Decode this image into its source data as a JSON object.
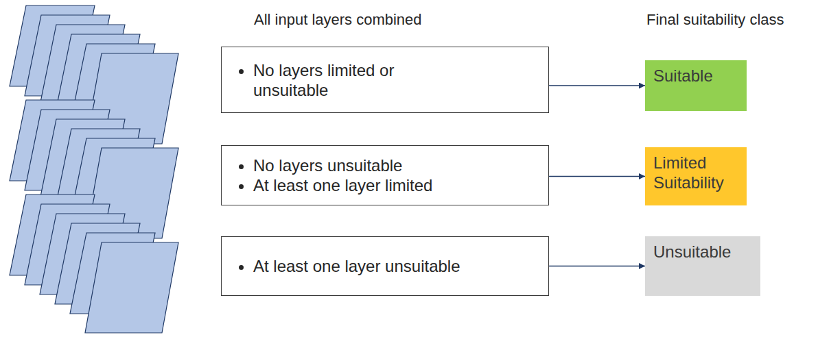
{
  "diagram": {
    "nodes": [
      {
        "text": [
          "No layers limited or unsuitable"
        ]
      },
      {
        "text": [
          "Suitable"
        ]
      },
      {
        "text": [
          "No layers unsuitable",
          "At least one layer limited"
        ]
      },
      {
        "text": [
          "Limited Suitability"
        ]
      },
      {
        "text": [
          "At least one layer unsuitable"
        ]
      },
      {
        "text": [
          "Unsuitable"
        ]
      }
    ],
    "edges": [
      {
        "from": 0,
        "to": 1,
        "arrow": "to"
      },
      {
        "from": 2,
        "to": 3,
        "arrow": "to"
      },
      {
        "from": 4,
        "to": 5,
        "arrow": "to"
      }
    ],
    "labels": [
      "All input layers combined",
      "Final suitability class"
    ]
  }
}
